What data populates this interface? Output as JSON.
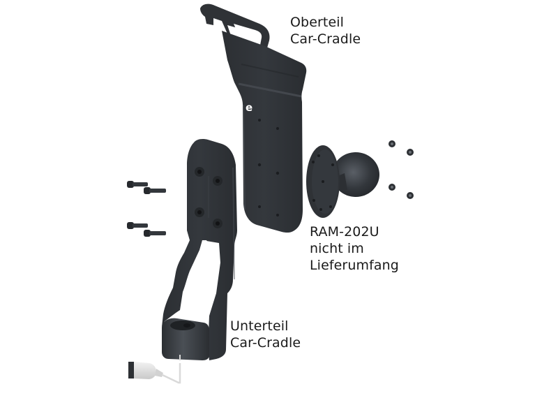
{
  "diagram": {
    "type": "exploded-product-view",
    "colors": {
      "background": "#ffffff",
      "part_dark": "#2f3236",
      "part_mid": "#3b3f44",
      "part_highlight": "#565b61",
      "label_text": "#1a1a1a",
      "cable": "#d9d9d9"
    },
    "labels": {
      "upper": {
        "line1": "Oberteil",
        "line2": "Car-Cradle"
      },
      "ram": {
        "line1": "RAM-202U",
        "line2": "nicht im",
        "line3": "Lieferumfang"
      },
      "lower": {
        "line1": "Unterteil",
        "line2": "Car-Cradle"
      },
      "stray_char": "e"
    },
    "parts": [
      {
        "id": "upper-cradle",
        "name": "Oberteil Car-Cradle",
        "icon": "upper-cradle-plate"
      },
      {
        "id": "lower-cradle",
        "name": "Unterteil Car-Cradle",
        "icon": "lower-cradle-bracket"
      },
      {
        "id": "ram-ball-mount",
        "name": "RAM-202U",
        "icon": "ball-mount"
      },
      {
        "id": "screws",
        "name": "Screws",
        "count": 4,
        "icon": "screw"
      },
      {
        "id": "nuts",
        "name": "Nuts",
        "count": 4,
        "icon": "nut"
      },
      {
        "id": "usb-cable",
        "name": "USB cable",
        "icon": "usb-plug"
      }
    ]
  }
}
